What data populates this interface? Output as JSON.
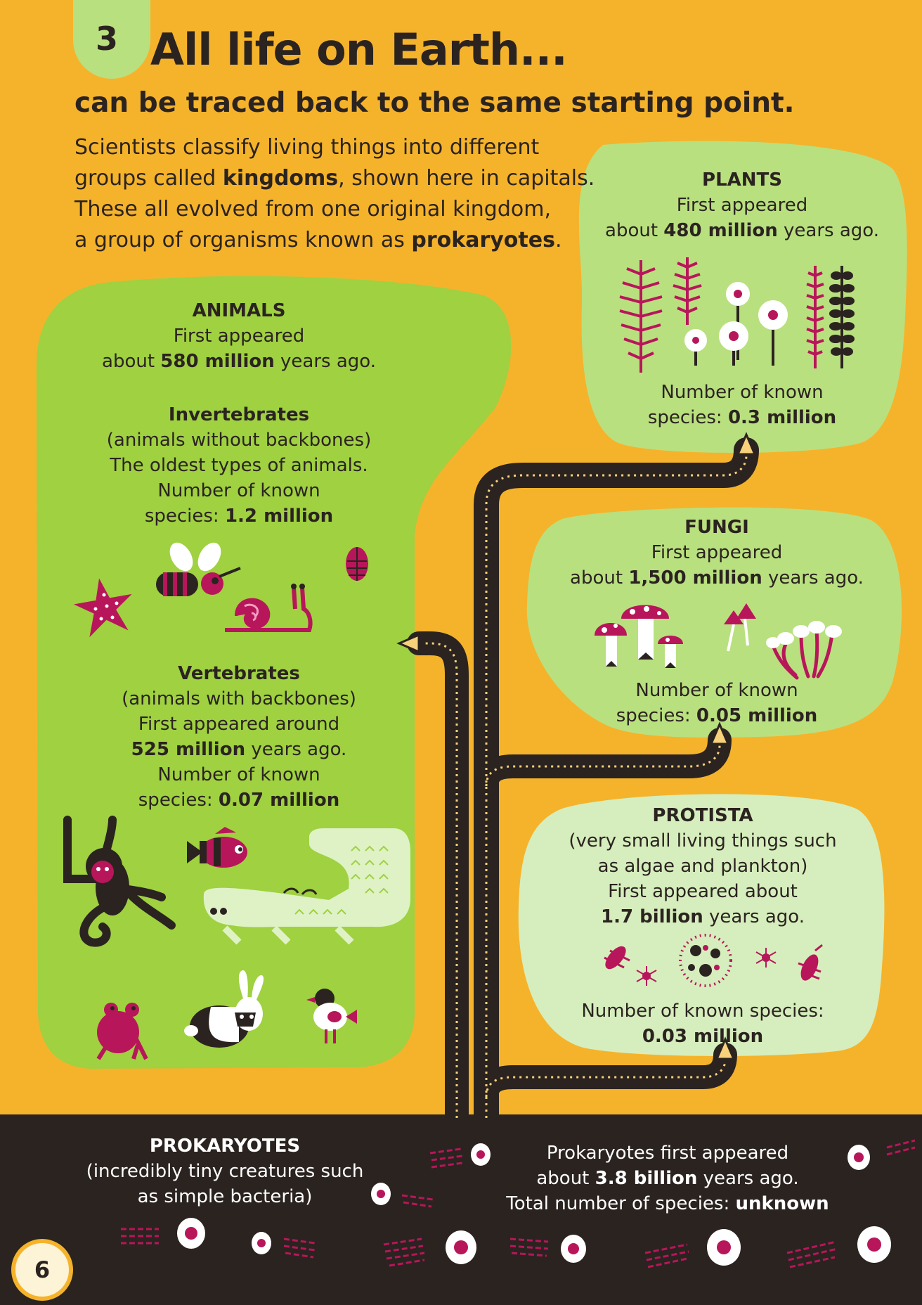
{
  "header": {
    "number": "3",
    "title": "All life on Earth...",
    "subtitle": "can be traced back to the same starting point."
  },
  "intro": {
    "line1": "Scientists classify living things into different",
    "line2_pre": "groups called ",
    "line2_bold": "kingdoms",
    "line2_post": ", shown here in capitals.",
    "line3": "These all evolved from one original kingdom,",
    "line4_pre": "a group of organisms known as ",
    "line4_bold": "prokaryotes",
    "line4_post": "."
  },
  "animals": {
    "heading": "ANIMALS",
    "line1": "First appeared",
    "line2_pre": "about ",
    "line2_bold": "580 million",
    "line2_post": " years ago.",
    "invertebrates": {
      "heading": "Invertebrates",
      "line1": "(animals without backbones)",
      "line2": "The oldest types of animals.",
      "line3": "Number of known",
      "line4_pre": "species: ",
      "line4_bold": "1.2 million"
    },
    "vertebrates": {
      "heading": "Vertebrates",
      "line1": "(animals with backbones)",
      "line2": "First appeared around",
      "line3_bold": "525 million",
      "line3_post": " years ago.",
      "line4": "Number of known",
      "line5_pre": "species: ",
      "line5_bold": "0.07 million"
    }
  },
  "plants": {
    "heading": "PLANTS",
    "line1": "First appeared",
    "line2_pre": "about ",
    "line2_bold": "480 million",
    "line2_post": " years ago.",
    "line3": "Number of known",
    "line4_pre": "species: ",
    "line4_bold": "0.3 million"
  },
  "fungi": {
    "heading": "FUNGI",
    "line1": "First appeared",
    "line2_pre": "about ",
    "line2_bold": "1,500 million",
    "line2_post": " years ago.",
    "line3": "Number of known",
    "line4_pre": "species: ",
    "line4_bold": "0.05 million"
  },
  "protista": {
    "heading": "PROTISTA",
    "line1": "(very small living things such",
    "line2": "as algae and plankton)",
    "line3": "First appeared about",
    "line4_bold": "1.7 billion",
    "line4_post": " years ago.",
    "line5": "Number of known species:",
    "line6_bold": "0.03 million"
  },
  "prokaryotes": {
    "heading": "PROKARYOTES",
    "line1": "(incredibly tiny creatures such",
    "line2": "as simple bacteria)",
    "right1": "Prokaryotes first appeared",
    "right2_pre": "about ",
    "right2_bold": "3.8 billion",
    "right2_post": " years ago.",
    "right3_pre": "Total number of species: ",
    "right3_bold": "unknown"
  },
  "page_number": "6",
  "colors": {
    "background": "#f5b32b",
    "animals_blob": "#9fd141",
    "kingdom_blob": "#b9e07f",
    "protista_blob": "#d6eebd",
    "dark": "#2b2320",
    "accent": "#b8165a"
  }
}
